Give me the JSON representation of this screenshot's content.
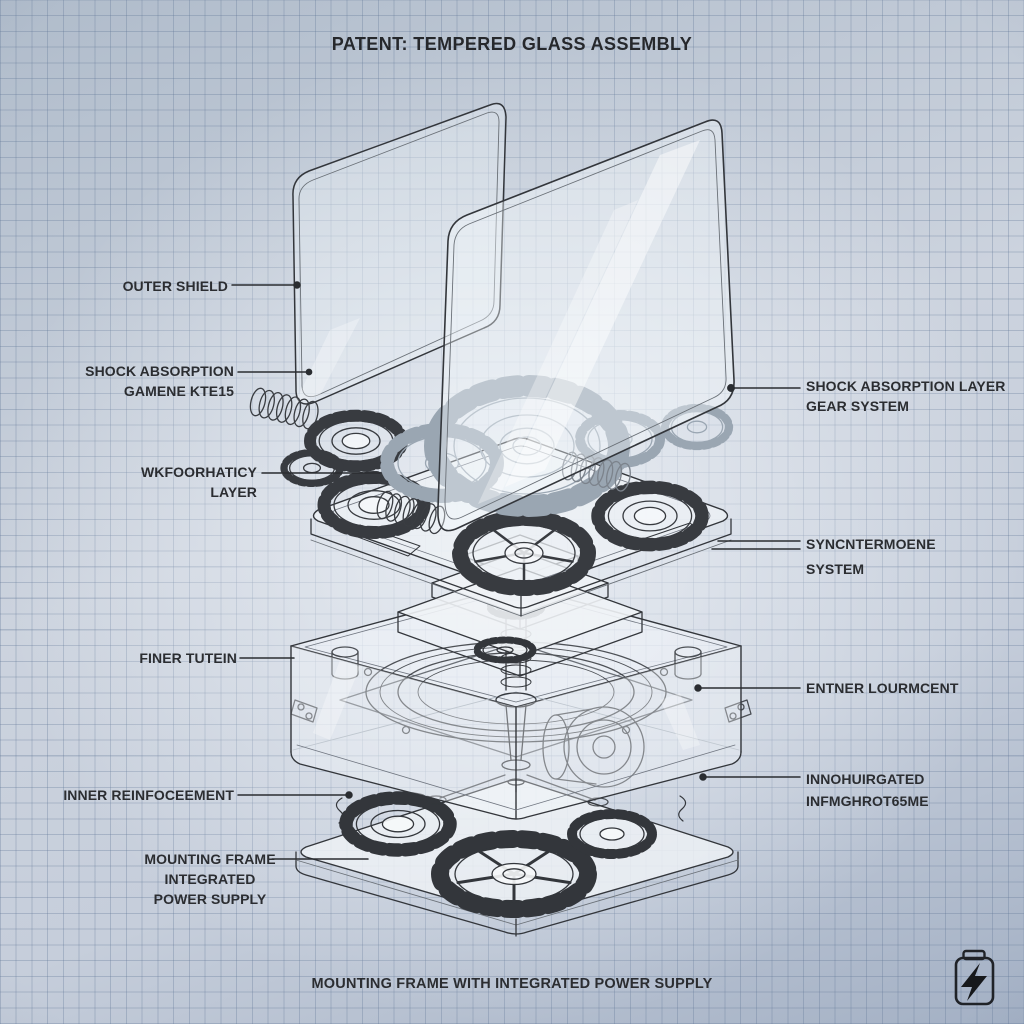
{
  "title": "PATENT: TEMPERED GLASS ASSEMBLY",
  "caption": "MOUNTING FRAME WITH INTEGRATED POWER SUPPLY",
  "colors": {
    "paper": "#c6cedb",
    "ink": "#26282c",
    "line": "#33363b",
    "ghost_line": "#a3adb8"
  },
  "icons": {
    "battery": "battery-charging-icon"
  },
  "labels": {
    "left": [
      {
        "lines": [
          "OUTER SHIELD"
        ]
      },
      {
        "lines": [
          "SHOCK ABSORPTION",
          "GAMENE KTE15"
        ]
      },
      {
        "lines": [
          "WKFOORHATICY",
          "LAYER"
        ]
      },
      {
        "lines": [
          "FINER TUTEIN"
        ]
      },
      {
        "lines": [
          "INNER REINFOCEEMENT"
        ]
      },
      {
        "lines": [
          "MOUNTING FRAME",
          "INTEGRATED",
          "POWER SUPPLY"
        ]
      }
    ],
    "right": [
      {
        "lines": [
          "SHOCK ABSORPTION LAYER",
          "GEAR SYSTEM"
        ]
      },
      {
        "lines": [
          "SYNCNTERMOENE",
          "SYSTEM"
        ]
      },
      {
        "lines": [
          "ENTNER LOURMCENT"
        ]
      },
      {
        "lines": [
          "INNOHUIRGATED",
          "INFMGHROT65ME"
        ]
      }
    ]
  }
}
